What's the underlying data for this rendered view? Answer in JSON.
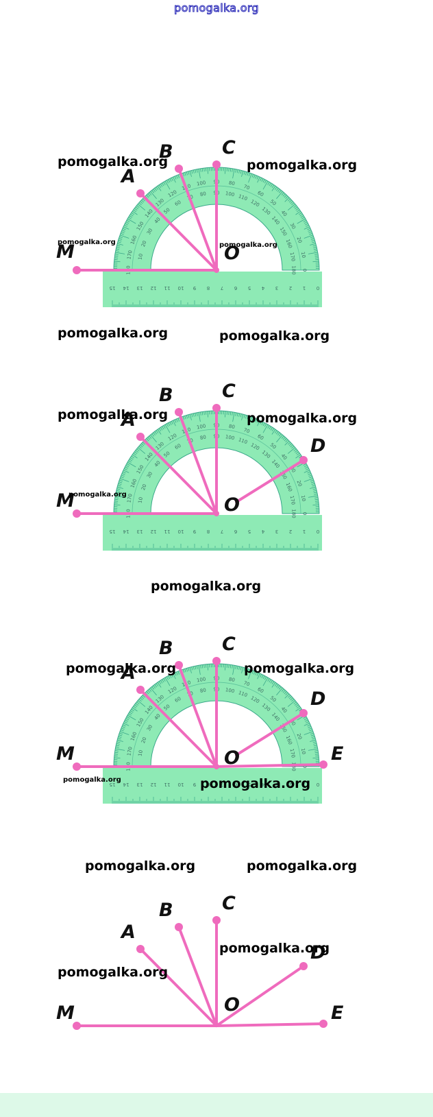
{
  "header": {
    "site": "pomogalka.org"
  },
  "watermark": "pomogalka.org",
  "labels": {
    "M": "M",
    "A": "A",
    "B": "B",
    "C": "C",
    "D": "D",
    "E": "E",
    "O": "O"
  },
  "ruler_numbers": [
    "0",
    "1",
    "2",
    "3",
    "4",
    "5",
    "6",
    "7",
    "8",
    "9",
    "10",
    "11",
    "12",
    "13",
    "14",
    "15"
  ],
  "protractor_outer_scale": [
    "0",
    "10",
    "20",
    "30",
    "40",
    "50",
    "60",
    "70",
    "80",
    "90",
    "100",
    "110",
    "120",
    "130",
    "140",
    "150",
    "160",
    "170",
    "180"
  ],
  "protractor_inner_scale": [
    "180",
    "170",
    "160",
    "150",
    "140",
    "130",
    "120",
    "110",
    "100",
    "90",
    "80",
    "70",
    "60",
    "50",
    "40",
    "30",
    "20",
    "10",
    "0"
  ],
  "colors": {
    "ray": "#ef6bbd",
    "protractor": "#8eeab5",
    "protractor_edge": "#3aa88a",
    "footer": "#ddf9e8"
  }
}
